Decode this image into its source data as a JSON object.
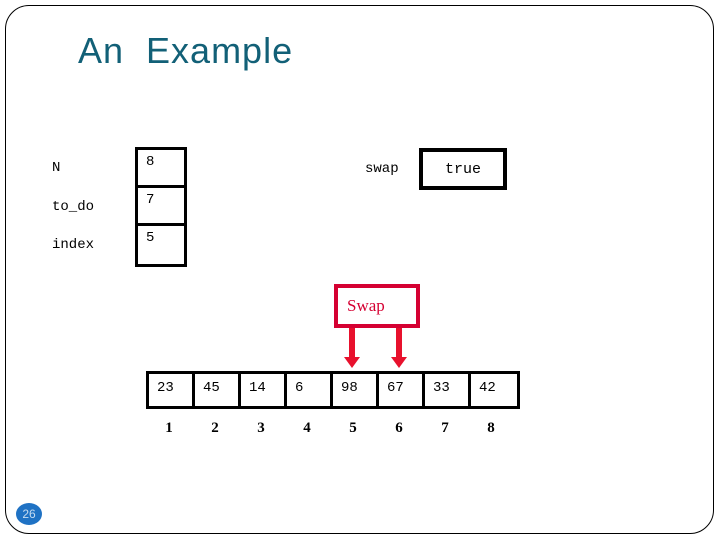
{
  "slide": {
    "title": "An  Example",
    "page_number": "26",
    "title_color": "#126077",
    "accent_red": "#D50032",
    "arrow_red": "#E8112D",
    "badge_color": "#1F72C4"
  },
  "variables": [
    {
      "label": "N",
      "value": "8"
    },
    {
      "label": "to_do",
      "value": "7"
    },
    {
      "label": "index",
      "value": "5"
    }
  ],
  "swap_flag": {
    "label": "swap",
    "value": "true"
  },
  "callout": {
    "text": "Swap"
  },
  "array": {
    "values": [
      "23",
      "45",
      "14",
      "6",
      "98",
      "67",
      "33",
      "42"
    ],
    "indices": [
      "1",
      "2",
      "3",
      "4",
      "5",
      "6",
      "7",
      "8"
    ]
  }
}
